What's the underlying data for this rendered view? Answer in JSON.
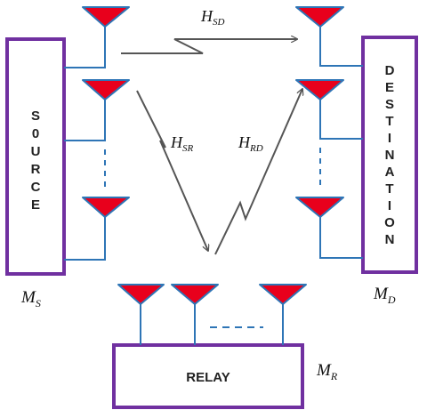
{
  "colors": {
    "box": "#7030a0",
    "antenna": "#e8001c",
    "feed": "#2e75b6",
    "arrow": "#555555"
  },
  "source": {
    "label": "S0URCE"
  },
  "destination": {
    "label": "DESTINATION"
  },
  "relay": {
    "label": "RELAY"
  },
  "channels": {
    "hsd": {
      "main": "H",
      "sub": "SD"
    },
    "hsr": {
      "main": "H",
      "sub": "SR"
    },
    "hrd": {
      "main": "H",
      "sub": "RD"
    }
  },
  "antenna_counts": {
    "ms": {
      "main": "M",
      "sub": "S"
    },
    "md": {
      "main": "M",
      "sub": "D"
    },
    "mr": {
      "main": "M",
      "sub": "R"
    }
  }
}
